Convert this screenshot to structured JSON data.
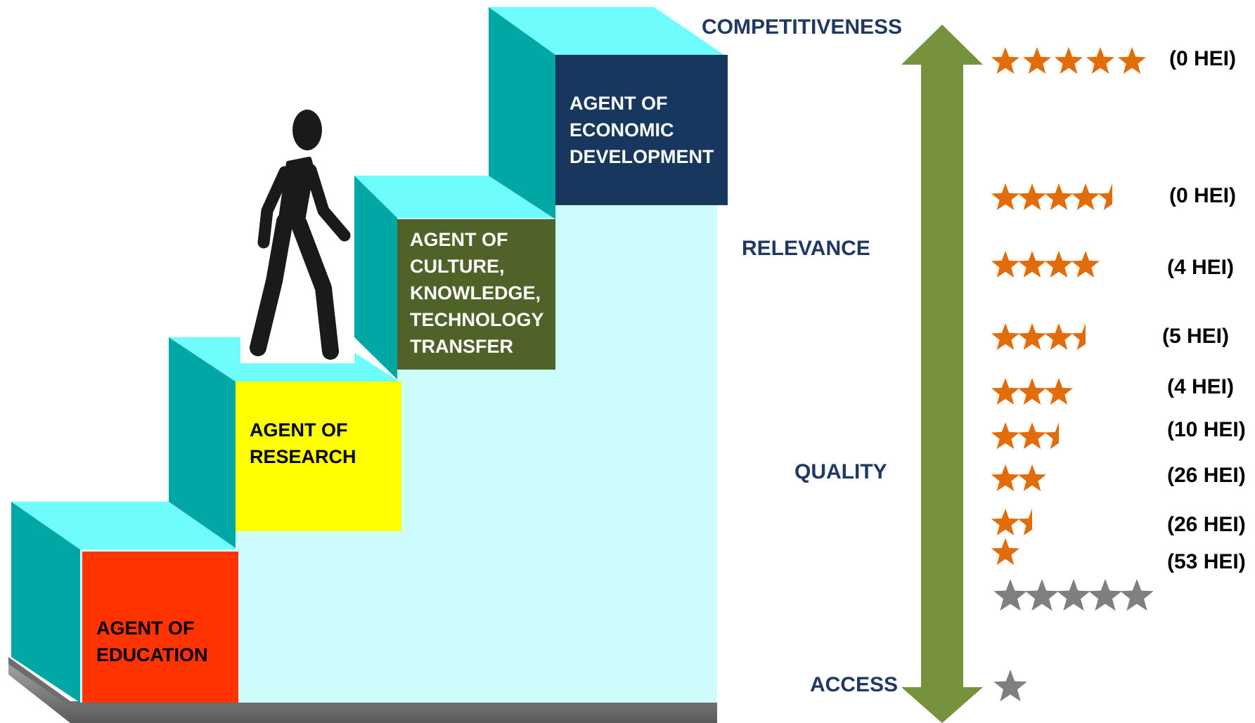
{
  "colors": {
    "step_front": "#ccfcfc",
    "step_top": "#6ffcfc",
    "step_side": "#00a7a5",
    "base_shadow": "#8a8a8a",
    "arrow": "#76923c",
    "label_text": "#1f3864",
    "star_filled": "#e36c0a",
    "star_empty": "#7f7f7f",
    "education_box": "#ff3300",
    "research_box": "#ffff00",
    "culture_box": "#4f6228",
    "economic_box": "#17375e"
  },
  "steps": [
    {
      "id": "education",
      "lines": [
        "AGENT OF",
        "EDUCATION"
      ],
      "text_color": "#000000"
    },
    {
      "id": "research",
      "lines": [
        "AGENT OF",
        "RESEARCH"
      ],
      "text_color": "#000000"
    },
    {
      "id": "culture",
      "lines": [
        "AGENT OF",
        "CULTURE,",
        "KNOWLEDGE,",
        "TECHNOLOGY",
        "TRANSFER"
      ],
      "text_color": "#ffffff"
    },
    {
      "id": "economic",
      "lines": [
        "AGENT OF",
        "ECONOMIC",
        "DEVELOPMENT"
      ],
      "text_color": "#ffffff"
    }
  ],
  "figure_icon": "walking-person-icon",
  "levels": [
    {
      "id": "competitiveness",
      "label": "COMPETITIVENESS"
    },
    {
      "id": "relevance",
      "label": "RELEVANCE"
    },
    {
      "id": "quality",
      "label": "QUALITY"
    },
    {
      "id": "access",
      "label": "ACCESS"
    }
  ],
  "arrow_icon": "double-headed-arrow-icon",
  "ratings": [
    {
      "stars": 5,
      "count": "(0 HEI)"
    },
    {
      "stars": 4.5,
      "count": "(0 HEI)"
    },
    {
      "stars": 4,
      "count": "(4 HEI)"
    },
    {
      "stars": 3.5,
      "count": "(5 HEI)"
    },
    {
      "stars": 3,
      "count": "(4 HEI)"
    },
    {
      "stars": 2.5,
      "count": "(10 HEI)"
    },
    {
      "stars": 2,
      "count": "(26 HEI)"
    },
    {
      "stars": 1.5,
      "count": "(26 HEI)"
    },
    {
      "stars": 1,
      "count": "(53 HEI)"
    }
  ],
  "unrated_rows": [
    {
      "stars": 5,
      "style": "grey"
    },
    {
      "stars": 1,
      "style": "grey"
    }
  ]
}
